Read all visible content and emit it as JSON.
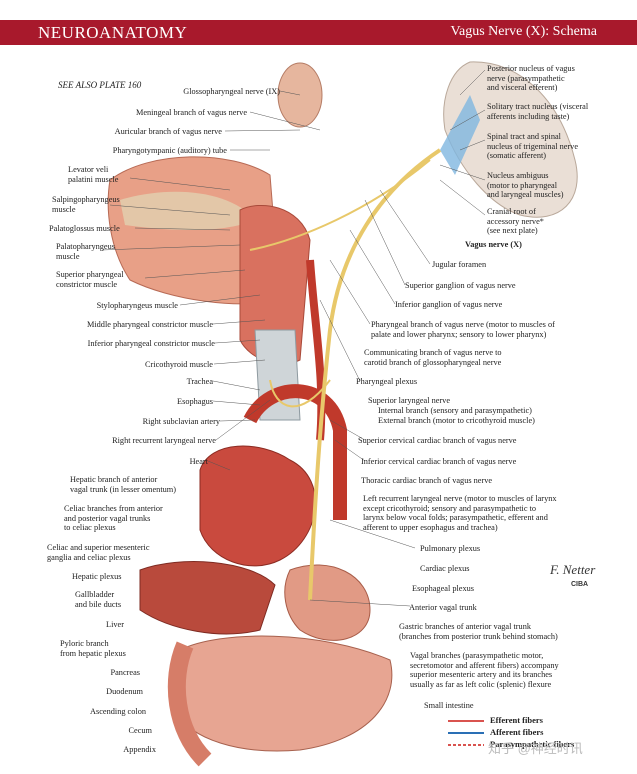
{
  "header": {
    "section": "NEUROANATOMY",
    "title": "Vagus Nerve (X): Schema"
  },
  "see_also": "SEE ALSO PLATE 160",
  "labels_left": [
    "Glossopharyngeal nerve (IX)",
    "Meningeal branch of vagus nerve",
    "Auricular branch of vagus nerve",
    "Pharyngotympanic (auditory) tube",
    "Levator veli\npalatini muscle",
    "Salpingopharyngeus\nmuscle",
    "Palatoglossus muscle",
    "Palatopharyngeus\nmuscle",
    "Superior pharyngeal\nconstrictor muscle",
    "Stylopharyngeus muscle",
    "Middle pharyngeal constrictor muscle",
    "Inferior pharyngeal constrictor muscle",
    "Cricothyroid muscle",
    "Trachea",
    "Esophagus",
    "Right subclavian artery",
    "Right recurrent laryngeal nerve",
    "Heart",
    "Hepatic branch of anterior\nvagal trunk (in lesser omentum)",
    "Celiac branches from anterior\nand posterior vagal trunks\nto celiac plexus",
    "Celiac and superior mesenteric\nganglia and celiac plexus",
    "Hepatic plexus",
    "Gallbladder\nand bile ducts",
    "Liver",
    "Pyloric branch\nfrom hepatic plexus",
    "Pancreas",
    "Duodenum",
    "Ascending colon",
    "Cecum",
    "Appendix"
  ],
  "labels_right": [
    "Posterior nucleus of vagus\nnerve (parasympathetic\nand visceral efferent)",
    "Solitary tract nucleus (visceral\nafferents including taste)",
    "Spinal tract and spinal\nnucleus of trigeminal nerve\n(somatic afferent)",
    "Nucleus ambiguus\n(motor to pharyngeal\nand laryngeal muscles)",
    "Cranial root of\naccessory nerve*\n(see next plate)",
    "Vagus nerve (X)",
    "Jugular foramen",
    "Superior ganglion of vagus nerve",
    "Inferior ganglion of vagus nerve",
    "Pharyngeal branch of vagus nerve (motor to muscles of\npalate and lower pharynx; sensory to lower pharynx)",
    "Communicating branch of vagus nerve to\ncarotid branch of glossopharyngeal nerve",
    "Pharyngeal plexus",
    "Superior laryngeal nerve",
    "Internal branch (sensory and parasympathetic)",
    "External branch (motor to cricothyroid muscle)",
    "Superior cervical cardiac branch of vagus nerve",
    "Inferior cervical cardiac branch of vagus nerve",
    "Thoracic cardiac branch of vagus nerve",
    "Left recurrent laryngeal nerve (motor to muscles of larynx\nexcept cricothyroid; sensory and parasympathetic to\nlarynx below vocal folds; parasympathetic, efferent and\nafferent to upper esophagus and trachea)",
    "Pulmonary plexus",
    "Cardiac plexus",
    "Esophageal plexus",
    "Anterior vagal trunk",
    "Gastric branches of anterior vagal trunk\n(branches from posterior trunk behind stomach)",
    "Vagal branches (parasympathetic motor,\nsecretomotor and afferent fibers) accompany\nsuperior mesenteric artery and its branches\nusually as far as left colic (splenic) flexure",
    "Small intestine"
  ],
  "legend": [
    {
      "label": "Efferent fibers",
      "color": "#d9534f"
    },
    {
      "label": "Afferent fibers",
      "color": "#2a6fb5"
    },
    {
      "label": "Parasympathetic fibers",
      "color": "#d9534f"
    }
  ],
  "signature": "F. Netter",
  "publisher_mark": "CIBA",
  "watermark": "知乎 @神经时讯",
  "colors": {
    "header": "#a8192c",
    "muscle": "#d9715f",
    "nerve": "#e8c86a"
  }
}
